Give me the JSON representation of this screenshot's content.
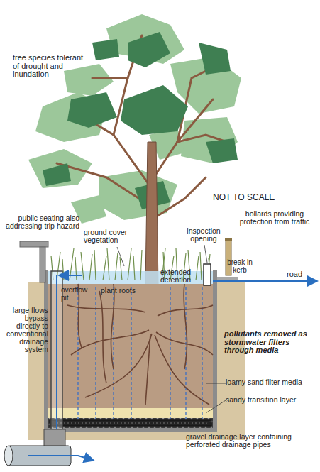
{
  "diagram": {
    "labels": [
      "tree species tolerant of drought and inundation",
      "NOT TO SCALE",
      "public seating also addressing trip hazard",
      "ground cover vegetation",
      "inspection opening",
      "bollards providing protection from traffic",
      "break in kerb",
      "road",
      "extended detention",
      "overflow pit",
      "plant roots",
      "large flows bypass directly to conventional drainage system",
      "pollutants removed as stormwater filters through media",
      "loamy sand filter media",
      "sandy transition layer",
      "gravel drainage layer containing perforated drainage pipes"
    ]
  }
}
